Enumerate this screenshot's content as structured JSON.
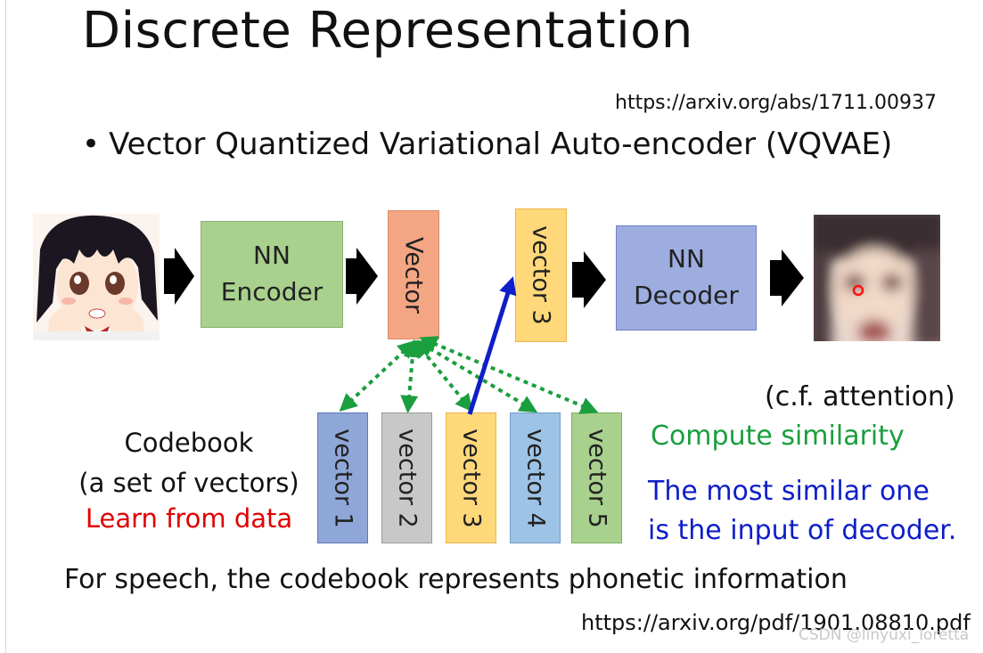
{
  "slide": {
    "title": "Discrete Representation",
    "url_top": "https://arxiv.org/abs/1711.00937",
    "bullet_symbol": "•",
    "bullet_text": "Vector Quantized Variational Auto-encoder (VQVAE)"
  },
  "diagram": {
    "encoder_line1": "NN",
    "encoder_line2": "Encoder",
    "vector_label": "Vector",
    "selected_vector_label": "vector 3",
    "decoder_line1": "NN",
    "decoder_line2": "Decoder"
  },
  "codebook": {
    "label_line1": "Codebook",
    "label_line2": "(a set of vectors)",
    "learn_text": "Learn from data",
    "vectors": [
      "vector 1",
      "vector 2",
      "vector 3",
      "vector 4",
      "vector 5"
    ]
  },
  "annotations": {
    "cf_attention": "(c.f. attention)",
    "compute_similarity": "Compute similarity",
    "most_similar_line1": "The most similar one",
    "most_similar_line2": "is the input of decoder."
  },
  "footer": {
    "speech_text": "For speech, the codebook represents phonetic information",
    "url_bottom": "https://arxiv.org/pdf/1901.08810.pdf",
    "watermark": "CSDN @linyuxi_loretta"
  },
  "colors": {
    "encoder": "#a9d18e",
    "vector": "#f4a583",
    "selected_vector": "#ffd87a",
    "decoder": "#9dade0",
    "similarity_arrows": "#1a9e3e",
    "selection_arrow": "#0e1ec8",
    "learn_text": "#e00000"
  },
  "icons": {
    "input_image": "anime-character-image",
    "output_image": "blurred-reconstruction-image",
    "flow_arrow": "block-right-arrow-icon",
    "cursor": "red-cursor-icon"
  }
}
